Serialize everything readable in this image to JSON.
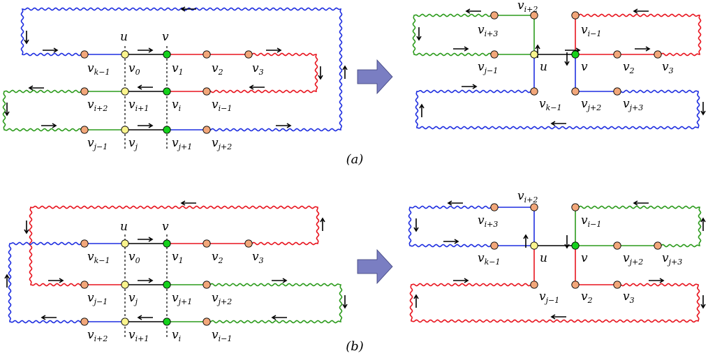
{
  "colors": {
    "red": "#e8141e",
    "blue": "#1f2fe0",
    "green": "#2c9b1c",
    "black": "#000000",
    "node_orange": "#f2a77a",
    "node_yellow": "#faf48e",
    "node_green": "#15d11c",
    "big_arrow": "#7a7ec2"
  },
  "captions": {
    "a": "(a)",
    "b": "(b)"
  },
  "labels": {
    "u": "u",
    "v": "v",
    "a_left": {
      "vk1": [
        "v",
        "k−1"
      ],
      "v0": [
        "v",
        "0"
      ],
      "v1": [
        "v",
        "1"
      ],
      "v2": [
        "v",
        "2"
      ],
      "v3": [
        "v",
        "3"
      ],
      "vi2": [
        "v",
        "i+2"
      ],
      "vi1": [
        "v",
        "i+1"
      ],
      "vi": [
        "v",
        "i"
      ],
      "vim1": [
        "v",
        "i−1"
      ],
      "vjm1": [
        "v",
        "j−1"
      ],
      "vj": [
        "v",
        "j"
      ],
      "vj1": [
        "v",
        "j+1"
      ],
      "vj2": [
        "v",
        "j+2"
      ]
    },
    "a_right": {
      "vi2": [
        "v",
        "i+2"
      ],
      "vi3": [
        "v",
        "i+3"
      ],
      "vim1": [
        "v",
        "i−1"
      ],
      "vjm1": [
        "v",
        "j−1"
      ],
      "v2": [
        "v",
        "2"
      ],
      "v3": [
        "v",
        "3"
      ],
      "vk1": [
        "v",
        "k−1"
      ],
      "vj2": [
        "v",
        "j+2"
      ],
      "vj3": [
        "v",
        "j+3"
      ]
    },
    "b_left": {
      "vk1": [
        "v",
        "k−1"
      ],
      "v0": [
        "v",
        "0"
      ],
      "v1": [
        "v",
        "1"
      ],
      "v2": [
        "v",
        "2"
      ],
      "v3": [
        "v",
        "3"
      ],
      "vjm1": [
        "v",
        "j−1"
      ],
      "vj": [
        "v",
        "j"
      ],
      "vj1": [
        "v",
        "j+1"
      ],
      "vj2": [
        "v",
        "j+2"
      ],
      "vi2": [
        "v",
        "i+2"
      ],
      "vi1": [
        "v",
        "i+1"
      ],
      "vi": [
        "v",
        "i"
      ],
      "vim1": [
        "v",
        "i−1"
      ]
    },
    "b_right": {
      "vi2": [
        "v",
        "i+2"
      ],
      "vi3": [
        "v",
        "i+3"
      ],
      "vim1": [
        "v",
        "i−1"
      ],
      "vk1": [
        "v",
        "k−1"
      ],
      "vj2": [
        "v",
        "j+2"
      ],
      "vj3": [
        "v",
        "j+3"
      ],
      "vjm1": [
        "v",
        "j−1"
      ],
      "v2": [
        "v",
        "2"
      ],
      "v3": [
        "v",
        "3"
      ]
    }
  }
}
